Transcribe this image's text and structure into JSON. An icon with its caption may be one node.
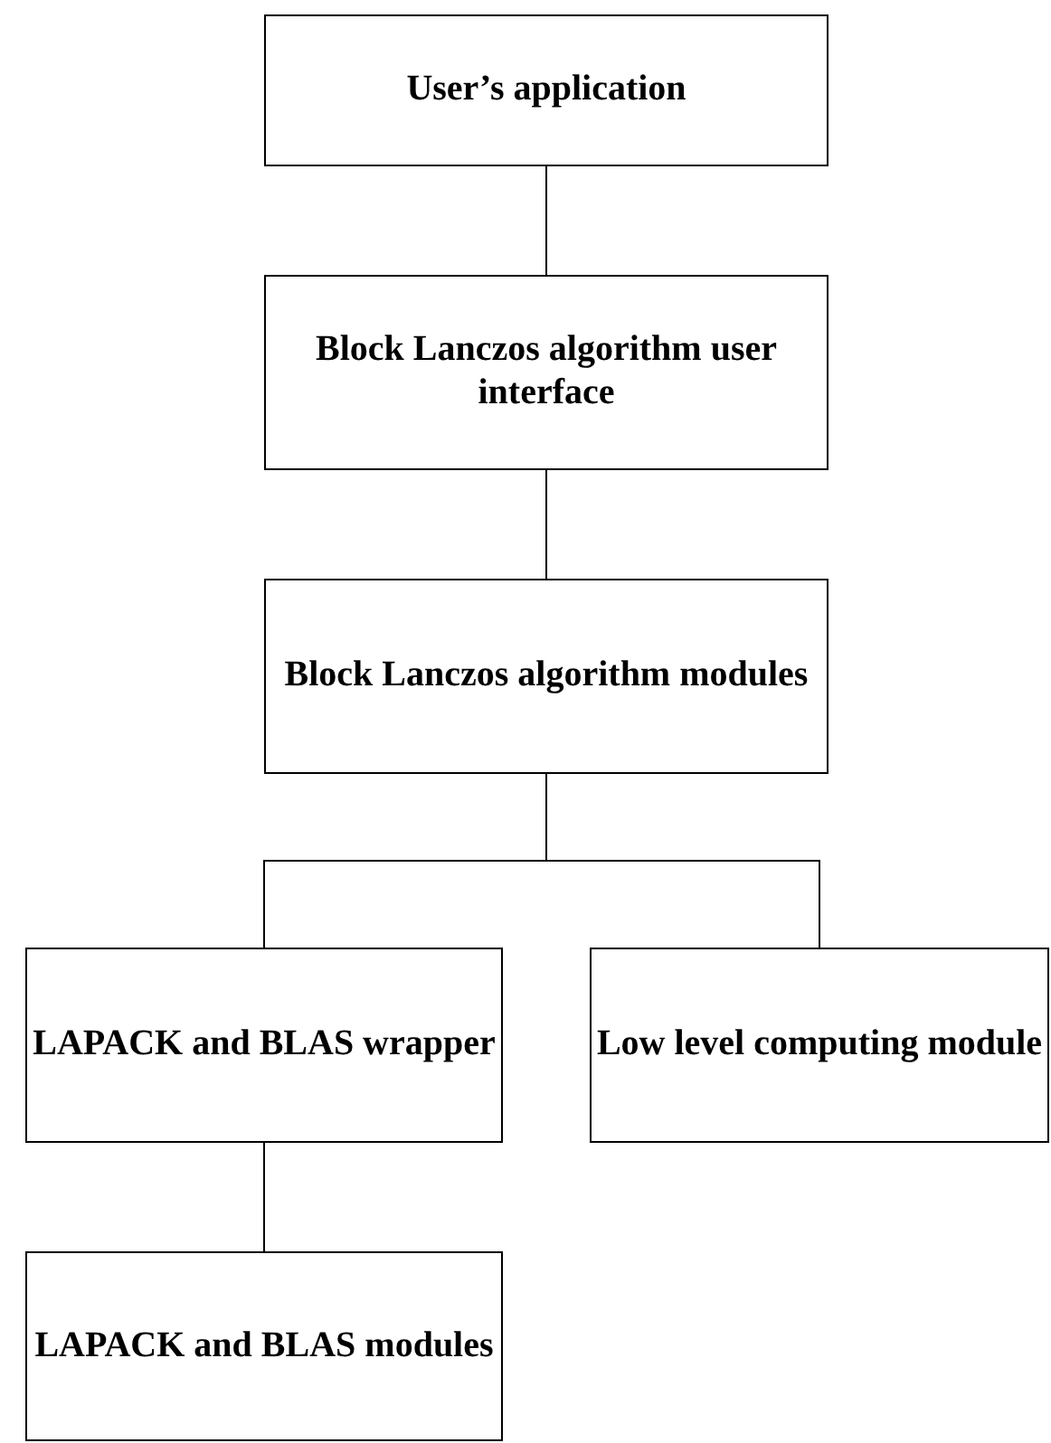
{
  "diagram": {
    "nodes": [
      {
        "text": [
          "User’s application"
        ]
      },
      {
        "text": [
          "Block Lanczos algorithm user interface"
        ]
      },
      {
        "text": [
          "Block Lanczos algorithm modules"
        ]
      },
      {
        "text": [
          "LAPACK and BLAS wrapper"
        ]
      },
      {
        "text": [
          "Low level computing module"
        ]
      },
      {
        "text": [
          "LAPACK and BLAS modules"
        ]
      }
    ],
    "edges": [
      {
        "from": 0,
        "to": 1,
        "arrow": "none"
      },
      {
        "from": 1,
        "to": 2,
        "arrow": "none"
      },
      {
        "from": 2,
        "to": 3,
        "arrow": "none"
      },
      {
        "from": 2,
        "to": 4,
        "arrow": "none"
      },
      {
        "from": 3,
        "to": 5,
        "arrow": "none"
      }
    ]
  }
}
